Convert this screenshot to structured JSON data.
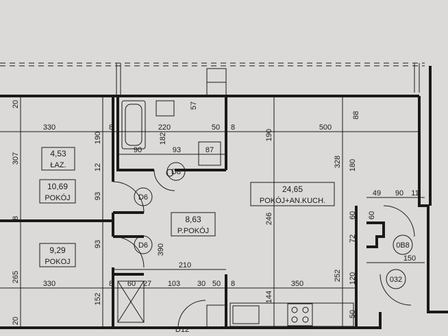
{
  "rooms": [
    {
      "area": "4,53",
      "name": "ŁAZ."
    },
    {
      "area": "10,69",
      "name": "POKÓJ"
    },
    {
      "area": "9,29",
      "name": "POKOJ"
    },
    {
      "area": "8,63",
      "name": "P.POKÓJ"
    },
    {
      "area": "24,65",
      "name": "POKÓJ+AN.KUCH."
    }
  ],
  "doors": [
    "D6",
    "D6",
    "D8",
    "0B8",
    "032",
    "D12"
  ],
  "dimensions": {
    "top_row": [
      "330",
      "8",
      "220",
      "50",
      "8",
      "500",
      "88"
    ],
    "bath_row": [
      "90",
      "182",
      "93",
      "87"
    ],
    "left_col": [
      "20",
      "307",
      "8",
      "265",
      "20"
    ],
    "mid_col": [
      "190",
      "12",
      "93",
      "93",
      "152",
      "390"
    ],
    "hall_col": [
      "190",
      "246",
      "144",
      "57"
    ],
    "right_col": [
      "328",
      "180",
      "60",
      "72",
      "120",
      "50",
      "252"
    ],
    "hall_row": [
      "210"
    ],
    "bottom_row": [
      "330",
      "8",
      "60",
      "27",
      "103",
      "30",
      "50",
      "8",
      "350"
    ],
    "right_small": [
      "49",
      "90",
      "11",
      "150",
      "60"
    ]
  }
}
